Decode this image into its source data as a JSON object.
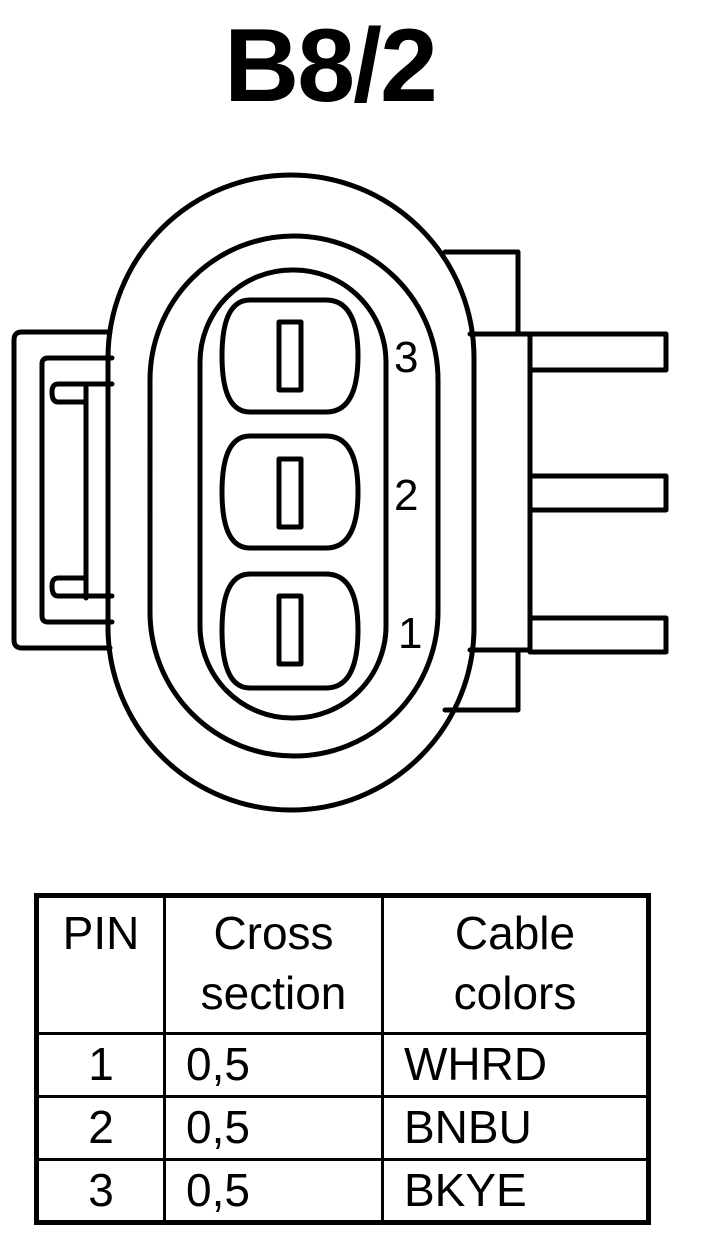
{
  "title": "B8/2",
  "pin_labels": [
    "3",
    "2",
    "1"
  ],
  "table": {
    "headers": [
      {
        "line1": "PIN",
        "line2": ""
      },
      {
        "line1": "Cross",
        "line2": "section"
      },
      {
        "line1": "Cable",
        "line2": "colors"
      }
    ],
    "rows": [
      {
        "pin": "1",
        "cross_section": "0,5",
        "color": "WHRD"
      },
      {
        "pin": "2",
        "cross_section": "0,5",
        "color": "BNBU"
      },
      {
        "pin": "3",
        "cross_section": "0,5",
        "color": "BKYE"
      }
    ]
  }
}
